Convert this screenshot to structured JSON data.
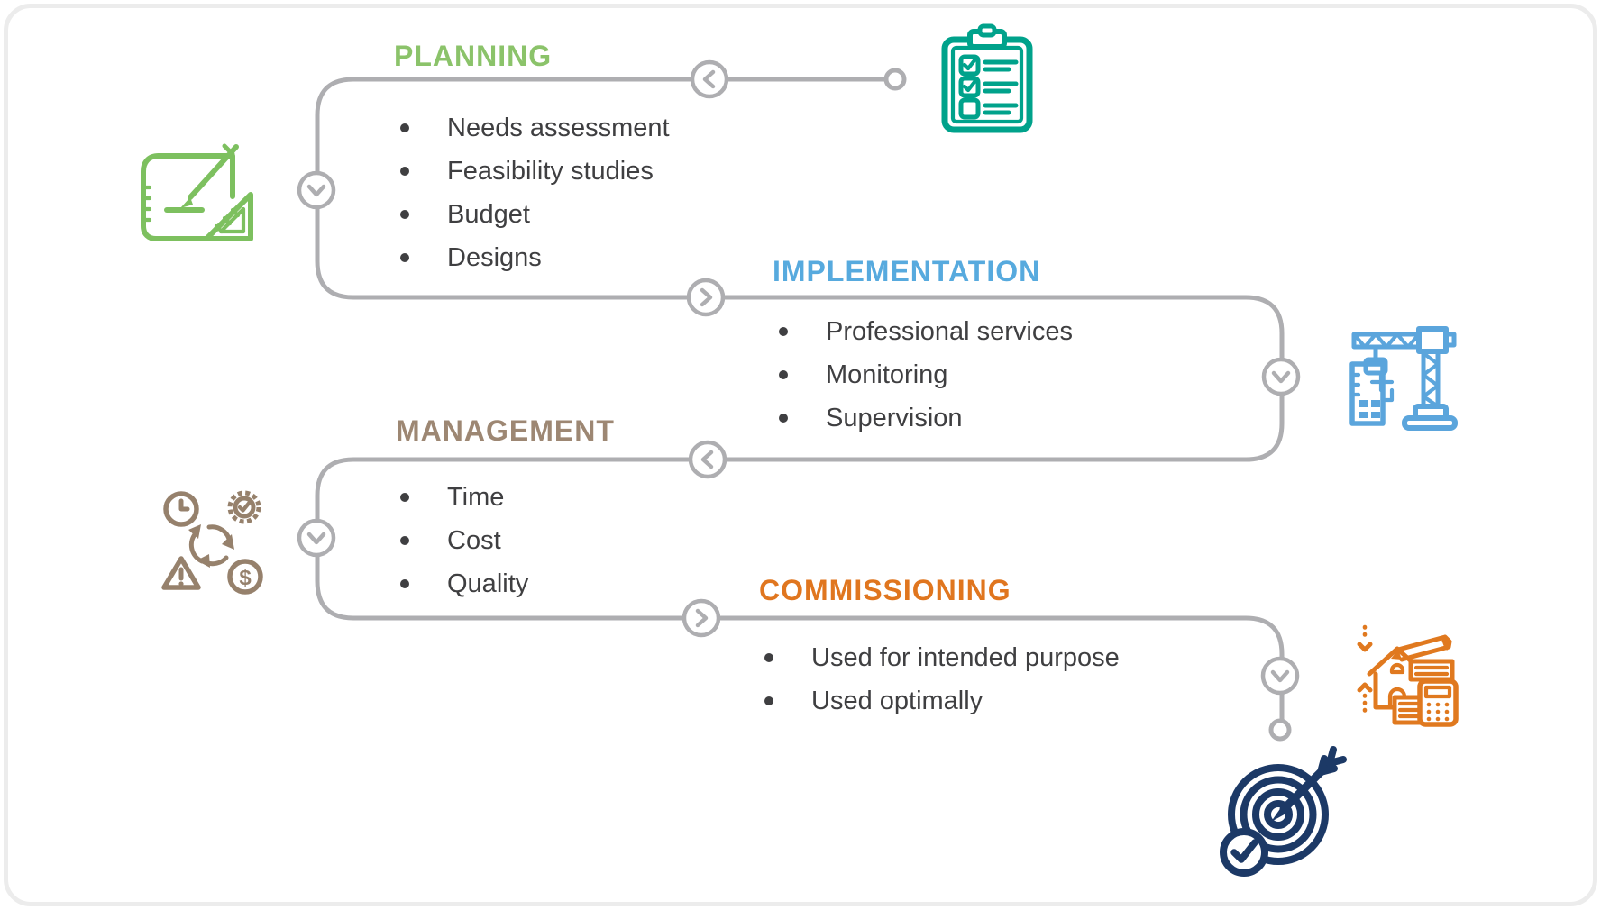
{
  "sections": [
    {
      "id": "planning",
      "title": "PLANNING",
      "color": "#8BC36A",
      "icon": "blueprint-icon",
      "items": [
        "Needs assessment",
        "Feasibility studies",
        "Budget",
        "Designs"
      ]
    },
    {
      "id": "implementation",
      "title": "IMPLEMENTATION",
      "color": "#57AADE",
      "icon": "crane-icon",
      "items": [
        "Professional services",
        "Monitoring",
        "Supervision"
      ]
    },
    {
      "id": "management",
      "title": "MANAGEMENT",
      "color": "#9D8773",
      "icon": "management-cluster-icon",
      "items": [
        "Time",
        "Cost",
        "Quality"
      ]
    },
    {
      "id": "commissioning",
      "title": "COMMISSIONING",
      "color": "#E0761F",
      "icon": "house-estimate-icon",
      "items": [
        "Used for intended purpose",
        "Used optimally"
      ]
    }
  ],
  "icons": {
    "planning_side": "blueprint-icon",
    "planning_end": "checklist-clipboard-icon",
    "implementation_side": "crane-icon",
    "management_side": "management-cluster-icon",
    "commissioning_side": "house-estimate-icon",
    "commissioning_end": "target-dart-icon",
    "connector_markers": "chevron-circle-icon",
    "path_endpoints": "ring-endpoint-icon"
  },
  "colors": {
    "planning": "#8BC36A",
    "implementation": "#57AADE",
    "management": "#9D8773",
    "commissioning": "#E0761F",
    "text": "#3F3F41",
    "path": "#AEAEB1",
    "icon_blueprint": "#7DC05F",
    "icon_clipboard": "#00A28B",
    "icon_crane": "#5BA5DC",
    "icon_cluster": "#96816C",
    "icon_house": "#E0791F",
    "icon_target": "#1C3966"
  }
}
